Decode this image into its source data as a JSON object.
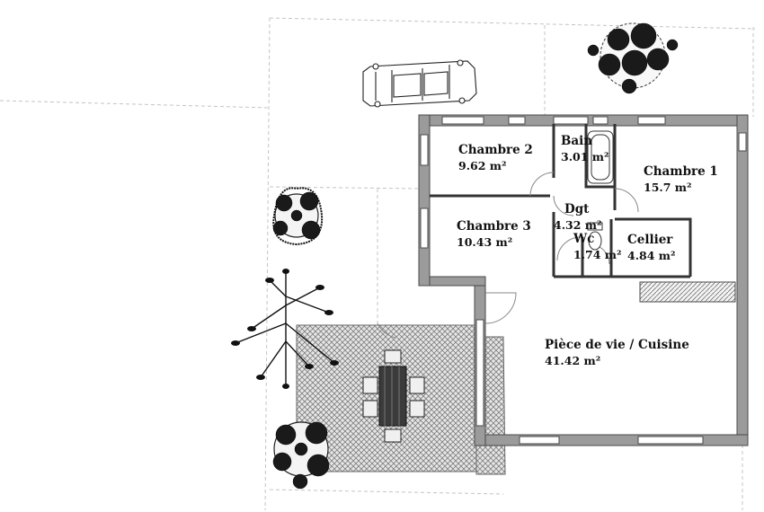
{
  "plan": {
    "rooms": [
      {
        "id": "chambre2",
        "name": "Chambre 2",
        "area": "9.62 m²"
      },
      {
        "id": "bain",
        "name": "Bain",
        "area": "3.01 m²"
      },
      {
        "id": "chambre1",
        "name": "Chambre 1",
        "area": "15.7 m²"
      },
      {
        "id": "dgt",
        "name": "Dgt",
        "area": "4.32 m²"
      },
      {
        "id": "chambre3",
        "name": "Chambre 3",
        "area": "10.43 m²"
      },
      {
        "id": "wc",
        "name": "Wc",
        "area": "1.74 m²"
      },
      {
        "id": "cellier",
        "name": "Cellier",
        "area": "4.84 m²"
      },
      {
        "id": "sejour",
        "name": "Pièce de vie / Cuisine",
        "area": "41.42 m²"
      }
    ],
    "colors": {
      "wall": "#9b9b9b",
      "wall_outline": "#4a4a4a",
      "window": "#ffffff",
      "terrace_hatch": "#8a8a8a",
      "ground_line": "#bdbdbd",
      "vegetation": "#111111"
    }
  }
}
